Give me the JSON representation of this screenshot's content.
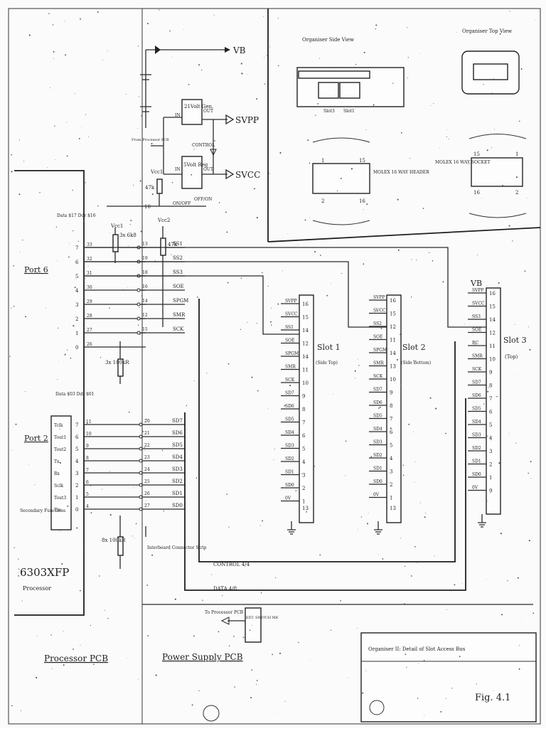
{
  "power": {
    "vb": "VB",
    "svpp": "SVPP",
    "svcc": "SVCC",
    "gen_title": "21Volt Gen.",
    "reg_title": "5Volt Reg",
    "in": "IN",
    "out": "OUT",
    "control": "CONTROL",
    "offon": "OFF/ON",
    "oncontrol": "ON/OFF",
    "from_proc": "From Processor PCB",
    "res": "47k",
    "vcc1": "Vcc1",
    "vcc2": "Vcc2",
    "netnum": "10"
  },
  "organiser": {
    "side_view": "Organiser Side View",
    "top_view": "Organiser Top View",
    "slot3": "Slot3",
    "slot1": "Slot1",
    "molex_header": "MOLEX 16 WAY HEADER",
    "molex_socket": "MOLEX 16 WAY SOCKET",
    "pin1": "1",
    "pin15": "15",
    "pin2": "2",
    "pin16": "16"
  },
  "port6": {
    "label": "Port 6",
    "header": "Data $17 Ddr $16",
    "bits": [
      "7",
      "6",
      "5",
      "4",
      "3",
      "2",
      "1",
      "0"
    ],
    "pins": [
      "33",
      "32",
      "31",
      "30",
      "29",
      "28",
      "27",
      "26"
    ],
    "res_top": "3x 6k8",
    "res_bot": "3x 100kR",
    "con": [
      "13",
      "19",
      "18",
      "16",
      "14",
      "12",
      "15"
    ]
  },
  "port2": {
    "label": "Port 2",
    "header": "Data $03 Ddr $01",
    "functions": [
      "Tclk",
      "Tout1",
      "Tout2",
      "Tx",
      "Rx",
      "Sclk",
      "Tout3",
      "Tin"
    ],
    "bits": [
      "7",
      "6",
      "5",
      "4",
      "3",
      "2",
      "1",
      "0"
    ],
    "pins": [
      "11",
      "10",
      "9",
      "8",
      "7",
      "6",
      "5",
      "4"
    ],
    "con": [
      "20",
      "21",
      "22",
      "23",
      "24",
      "25",
      "26",
      "27"
    ],
    "secondary": "Secondary Functions",
    "res": "8x 100kR",
    "connector_note": "Interboard Connector Strip"
  },
  "signals": {
    "control": [
      "SS1",
      "SS2",
      "SS3",
      "SOE",
      "SPGM",
      "SMR",
      "SCK"
    ],
    "data": [
      "SD7",
      "SD6",
      "SD5",
      "SD4",
      "SD3",
      "SD2",
      "SD1",
      "SD0"
    ]
  },
  "slot1": {
    "title": "Slot 1",
    "sub": "(Side Top)",
    "rows": [
      {
        "sig": "SVPP",
        "pin": "16"
      },
      {
        "sig": "SVCC",
        "pin": "15"
      },
      {
        "sig": "SS1",
        "pin": "14"
      },
      {
        "sig": "SOE",
        "pin": "12"
      },
      {
        "sig": "SPGM",
        "pin": "14"
      },
      {
        "sig": "SMR",
        "pin": "11"
      },
      {
        "sig": "SCK",
        "pin": "10"
      },
      {
        "sig": "SD7",
        "pin": "9"
      },
      {
        "sig": "SD6",
        "pin": "8"
      },
      {
        "sig": "SD5",
        "pin": "7"
      },
      {
        "sig": "SD4",
        "pin": "6"
      },
      {
        "sig": "SD3",
        "pin": "5"
      },
      {
        "sig": "SD2",
        "pin": "4"
      },
      {
        "sig": "SD1",
        "pin": "3"
      },
      {
        "sig": "SD0",
        "pin": "2"
      },
      {
        "sig": "0V",
        "pin": "1"
      }
    ],
    "extra_pin": "13"
  },
  "slot2": {
    "title": "Slot 2",
    "sub": "(Side Bottom)",
    "rows": [
      {
        "sig": "SVPP",
        "pin": "16"
      },
      {
        "sig": "SVCC",
        "pin": "15"
      },
      {
        "sig": "SS2",
        "pin": "12"
      },
      {
        "sig": "SOE",
        "pin": "11"
      },
      {
        "sig": "SPGM",
        "pin": "14"
      },
      {
        "sig": "SMR",
        "pin": "13"
      },
      {
        "sig": "SCK",
        "pin": "10"
      },
      {
        "sig": "SD7",
        "pin": "9"
      },
      {
        "sig": "SD6",
        "pin": "8"
      },
      {
        "sig": "SD5",
        "pin": "7"
      },
      {
        "sig": "SD4",
        "pin": "6"
      },
      {
        "sig": "SD3",
        "pin": "5"
      },
      {
        "sig": "SD2",
        "pin": "4"
      },
      {
        "sig": "SD1",
        "pin": "3"
      },
      {
        "sig": "SD0",
        "pin": "2"
      },
      {
        "sig": "0V",
        "pin": "1"
      }
    ],
    "extra_pin": "13"
  },
  "slot3": {
    "title": "Slot 3",
    "sub": "(Top)",
    "vb": "VB",
    "rows": [
      {
        "sig": "SVPP",
        "pin": "16"
      },
      {
        "sig": "SVCC",
        "pin": "15"
      },
      {
        "sig": "SS3",
        "pin": "14"
      },
      {
        "sig": "SOE",
        "pin": "12"
      },
      {
        "sig": "RC",
        "pin": "11"
      },
      {
        "sig": "SMR",
        "pin": "10"
      },
      {
        "sig": "SCK",
        "pin": "9"
      },
      {
        "sig": "SD7",
        "pin": "8"
      },
      {
        "sig": "SD6",
        "pin": "7"
      },
      {
        "sig": "SD5",
        "pin": "6"
      },
      {
        "sig": "SD4",
        "pin": "5"
      },
      {
        "sig": "SD3",
        "pin": "4"
      },
      {
        "sig": "SD2",
        "pin": "3"
      },
      {
        "sig": "SD1",
        "pin": "2"
      },
      {
        "sig": "SD0",
        "pin": "1"
      },
      {
        "sig": "0V",
        "pin": "9"
      }
    ]
  },
  "bus": {
    "control": "CONTROL 4/4",
    "data": "DATA 4/8"
  },
  "misc": {
    "to_proc": "To Processor PCB",
    "ext_switch": "EXT. SWITCH MK"
  },
  "panels": {
    "processor_chip": "6303XFP",
    "processor_sub": "Processor",
    "processor_pcb": "Processor PCB",
    "power_pcb": "Power Supply PCB",
    "title": "Organiser II: Detail of Slot Access Bus",
    "fig": "Fig. 4.1"
  }
}
